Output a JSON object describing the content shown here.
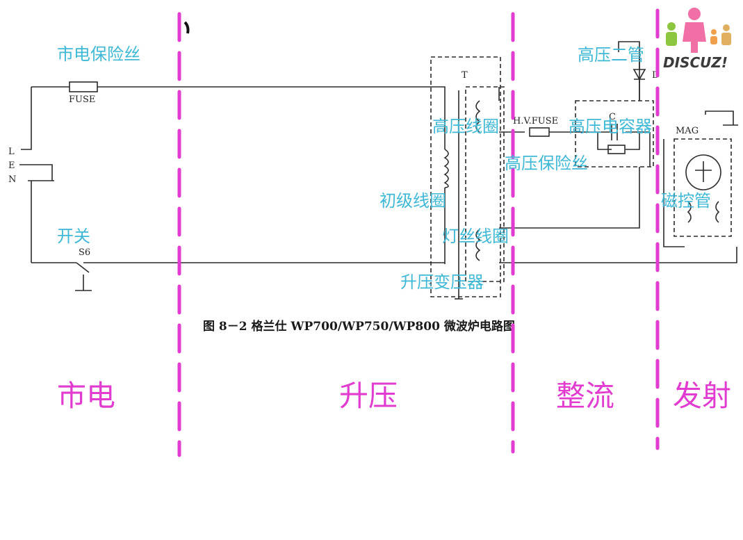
{
  "logo": {
    "text": "DISCUZ!"
  },
  "caption": "图 8－2   格兰仕 WP700/WP750/WP800 微波炉电路图",
  "schematic_labels": {
    "fuse": "FUSE",
    "hv_fuse": "H.V.FUSE",
    "switch": "S6",
    "transformer": "T",
    "capacitor": "C",
    "diode": "D",
    "magnetron": "MAG",
    "l": "L",
    "e": "E",
    "n": "N"
  },
  "annotations": {
    "mains_fuse": "市电保险丝",
    "switch": "开关",
    "hv_coil": "高压线圈",
    "primary_coil": "初级线圈",
    "filament_coil": "灯丝线圈",
    "step_up_transformer": "升压变压器",
    "hv_diode": "高压二管",
    "hv_capacitor": "高压电容器",
    "hv_fuse": "高压保险丝",
    "magnetron": "磁控管"
  },
  "sections": {
    "mains": "市电",
    "step_up": "升压",
    "rectify": "整流",
    "emit": "发射"
  },
  "colors": {
    "annotation": "#3fb8d6",
    "section": "#e23bd0",
    "wire": "#2a2a2a",
    "background": "#ffffff"
  }
}
